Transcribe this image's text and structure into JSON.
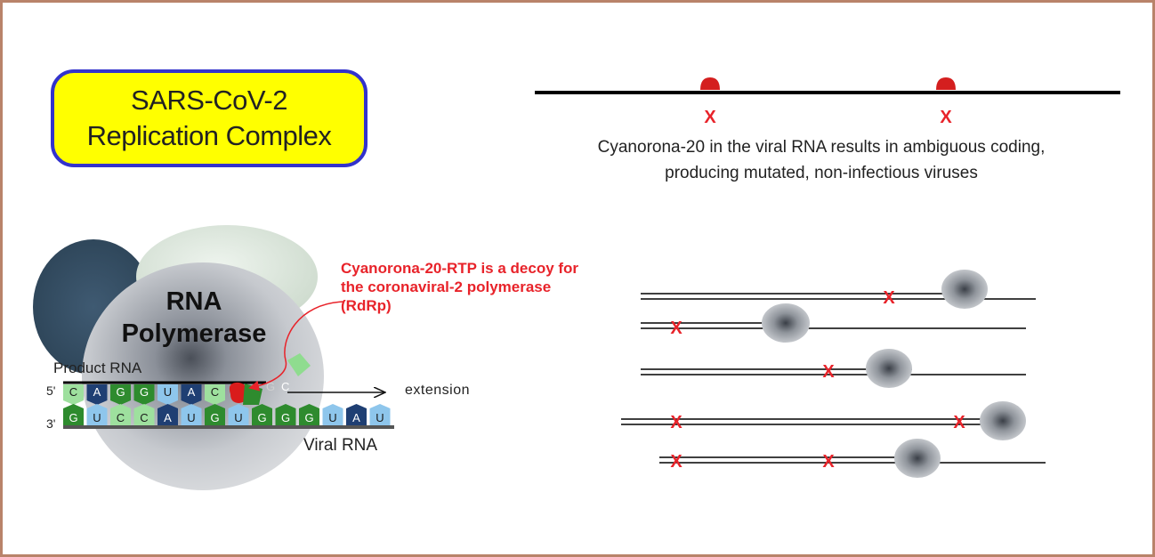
{
  "title_box": {
    "line1": "SARS-CoV-2",
    "line2": "Replication Complex"
  },
  "top_caption": {
    "line1": "Cyanorona-20 in the viral RNA results in ambiguous coding,",
    "line2": "producing mutated, non-infectious viruses"
  },
  "x_mark": "X",
  "decoy_note": {
    "line1": "Cyanorona-20-RTP is a decoy for",
    "line2": "the coronaviral-2 polymerase",
    "line3": "(RdRp)"
  },
  "polymerase": {
    "line1": "RNA",
    "line2": "Polymerase"
  },
  "labels": {
    "product_rna": "Product RNA",
    "viral_rna": "Viral RNA",
    "five_prime": "5'",
    "three_prime": "3'",
    "extension": "extension"
  },
  "product_strand": [
    "C",
    "A",
    "G",
    "G",
    "U",
    "A",
    "C"
  ],
  "incoming_bases": [
    "G",
    "C"
  ],
  "template_strand": [
    "G",
    "U",
    "C",
    "C",
    "A",
    "U",
    "G",
    "U",
    "G",
    "G",
    "G",
    "U",
    "A",
    "U"
  ],
  "colors": {
    "border": "#b9836a",
    "title_fill": "#ffff00",
    "title_border": "#3333cc",
    "decoy_red": "#e8232a",
    "base_A": "#1f3f73",
    "base_G": "#2e8b2e",
    "base_C": "#9ee09e",
    "base_U": "#8ec6ec"
  }
}
